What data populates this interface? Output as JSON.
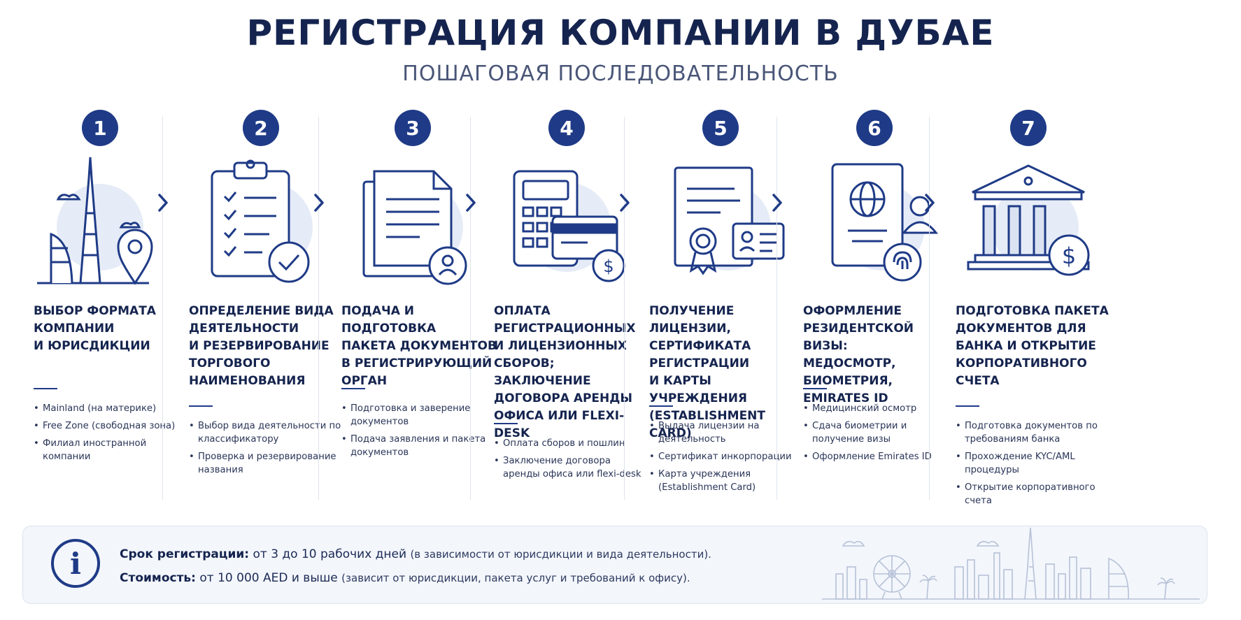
{
  "header": {
    "title": "РЕГИСТРАЦИЯ КОМПАНИИ В ДУБАЕ",
    "subtitle": "ПОШАГОВАЯ ПОСЛЕДОВАТЕЛЬНОСТЬ"
  },
  "steps": [
    {
      "number": "1",
      "icon": "burj-khalifa-skyline-location-icon",
      "title": "ВЫБОР ФОРМАТА КОМПАНИИ И ЮРИСДИКЦИИ",
      "title_lines": [
        "ВЫБОР ФОРМАТА",
        "КОМПАНИИ",
        "И ЮРИСДИКЦИИ"
      ],
      "bullets": [
        "Mainland (на материке)",
        "Free Zone (свободная зона)",
        "Филиал иностранной компании"
      ]
    },
    {
      "number": "2",
      "icon": "clipboard-checklist-icon",
      "title_lines": [
        "ОПРЕДЕЛЕНИЕ ВИДА",
        "ДЕЯТЕЛЬНОСТИ",
        "И РЕЗЕРВИРОВАНИЕ",
        "ТОРГОВОГО",
        "НАИМЕНОВАНИЯ"
      ],
      "bullets": [
        "Выбор вида деятельности по классификатору",
        "Проверка и резервирование названия"
      ]
    },
    {
      "number": "3",
      "icon": "documents-user-icon",
      "title_lines": [
        "ПОДАЧА И ПОДГОТОВКА",
        "ПАКЕТА ДОКУМЕНТОВ",
        "В РЕГИСТРИРУЮЩИЙ",
        "ОРГАН"
      ],
      "bullets": [
        "Подготовка и заверение документов",
        "Подача заявления и пакета документов"
      ]
    },
    {
      "number": "4",
      "icon": "calculator-card-payment-icon",
      "title_lines": [
        "ОПЛАТА",
        "РЕГИСТРАЦИОННЫХ",
        "И ЛИЦЕНЗИОННЫХ",
        "СБОРОВ; ЗАКЛЮЧЕНИЕ",
        "ДОГОВОРА АРЕНДЫ",
        "ОФИСА ИЛИ FLEXI-DESK"
      ],
      "bullets": [
        "Оплата сборов и пошлин",
        "Заключение договора аренды офиса или flexi-desk"
      ]
    },
    {
      "number": "5",
      "icon": "certificate-id-card-icon",
      "title_lines": [
        "ПОЛУЧЕНИЕ ЛИЦЕНЗИИ,",
        "СЕРТИФИКАТА",
        "РЕГИСТРАЦИИ",
        "И КАРТЫ УЧРЕЖДЕНИЯ",
        "(ESTABLISHMENT CARD)"
      ],
      "bullets": [
        "Выдача лицензии на деятельность",
        "Сертификат инкорпорации",
        "Карта учреждения (Establishment Card)"
      ]
    },
    {
      "number": "6",
      "icon": "passport-fingerprint-icon",
      "title_lines": [
        "ОФОРМЛЕНИЕ",
        "РЕЗИДЕНТСКОЙ ВИЗЫ:",
        "МЕДОСМОТР,",
        "БИОМЕТРИЯ, EMIRATES ID"
      ],
      "bullets": [
        "Медицинский осмотр",
        "Сдача биометрии и получение визы",
        "Оформление Emirates ID"
      ]
    },
    {
      "number": "7",
      "icon": "bank-dollar-icon",
      "title_lines": [
        "ПОДГОТОВКА ПАКЕТА",
        "ДОКУМЕНТОВ ДЛЯ",
        "БАНКА И ОТКРЫТИЕ",
        "КОРПОРАТИВНОГО",
        "СЧЕТА"
      ],
      "bullets": [
        "Подготовка документов по требованиям банка",
        "Прохождение KYC/AML процедуры",
        "Открытие корпоративного счета"
      ]
    }
  ],
  "info": {
    "icon": "info-icon",
    "term_label": "Срок регистрации:",
    "term_value": "от 3 до 10 рабочих дней",
    "term_note": "(в зависимости от юрисдикции и вида деятельности).",
    "cost_label": "Стоимость:",
    "cost_value": "от 10 000 AED и выше",
    "cost_note": "(зависит от юрисдикции, пакета услуг и требований к офису)."
  },
  "colors": {
    "primary": "#1f3b87",
    "title": "#15244f",
    "accent_light": "#e6ecf7"
  }
}
